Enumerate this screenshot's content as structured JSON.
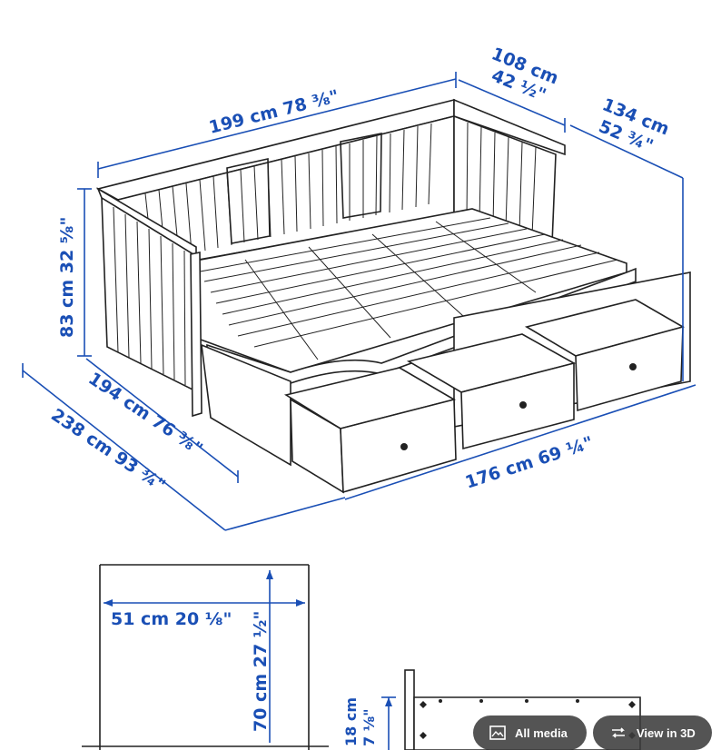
{
  "dimensions": {
    "length_top": "199 cm 78 ⅜\"",
    "depth_top_cm": "108 cm",
    "depth_top_in": "42 ½\"",
    "depth_ext_cm": "134 cm",
    "depth_ext_in": "52 ¾\"",
    "height": "83 cm 32 ⅝\"",
    "length_front": "194 cm 76 ⅜\"",
    "length_overall": "238 cm 93 ¾\"",
    "length_drawers": "176 cm 69 ¼\"",
    "detail_width": "51 cm 20 ⅛\"",
    "detail_height": "70 cm 27 ½\"",
    "drawer_height_cm": "18 cm",
    "drawer_height_in": "7 ⅛\""
  },
  "buttons": {
    "all_media": "All media",
    "view_3d": "View in 3D"
  },
  "colors": {
    "dimension_blue": "#1a4fb5",
    "line_black": "#222222",
    "button_bg": "#3c3c3c"
  },
  "icons": {
    "all_media": "gallery-icon",
    "view_3d": "rotate-3d-icon"
  }
}
